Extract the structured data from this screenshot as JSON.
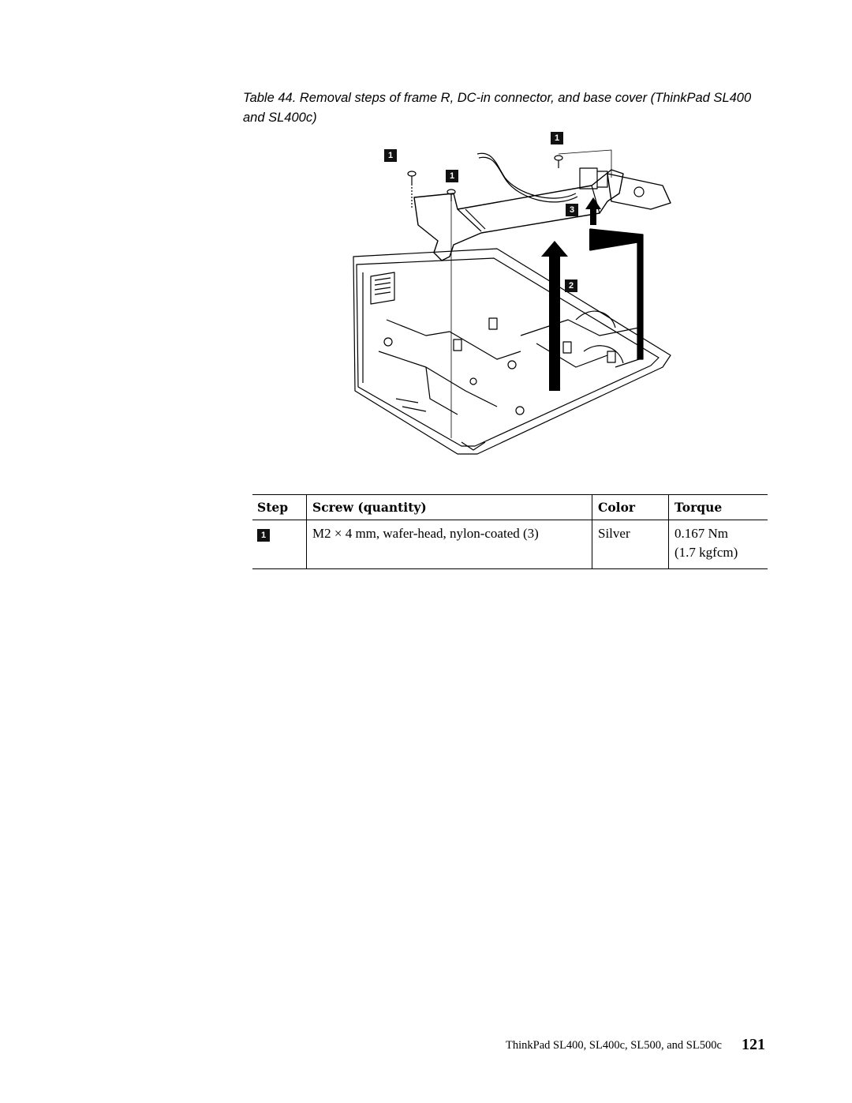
{
  "caption": "Table 44. Removal steps of frame R, DC-in connector, and base cover (ThinkPad SL400 and SL400c)",
  "figure": {
    "callouts": [
      "1",
      "1",
      "1",
      "3",
      "2"
    ]
  },
  "table": {
    "headers": [
      "Step",
      "Screw (quantity)",
      "Color",
      "Torque"
    ],
    "rows": [
      {
        "step": "1",
        "screw": "M2 × 4 mm, wafer-head, nylon-coated (3)",
        "color": "Silver",
        "torque_line1": "0.167 Nm",
        "torque_line2": "(1.7 kgfcm)"
      }
    ]
  },
  "footer": {
    "text": "ThinkPad SL400, SL400c, SL500, and SL500c",
    "page_number": "121"
  }
}
